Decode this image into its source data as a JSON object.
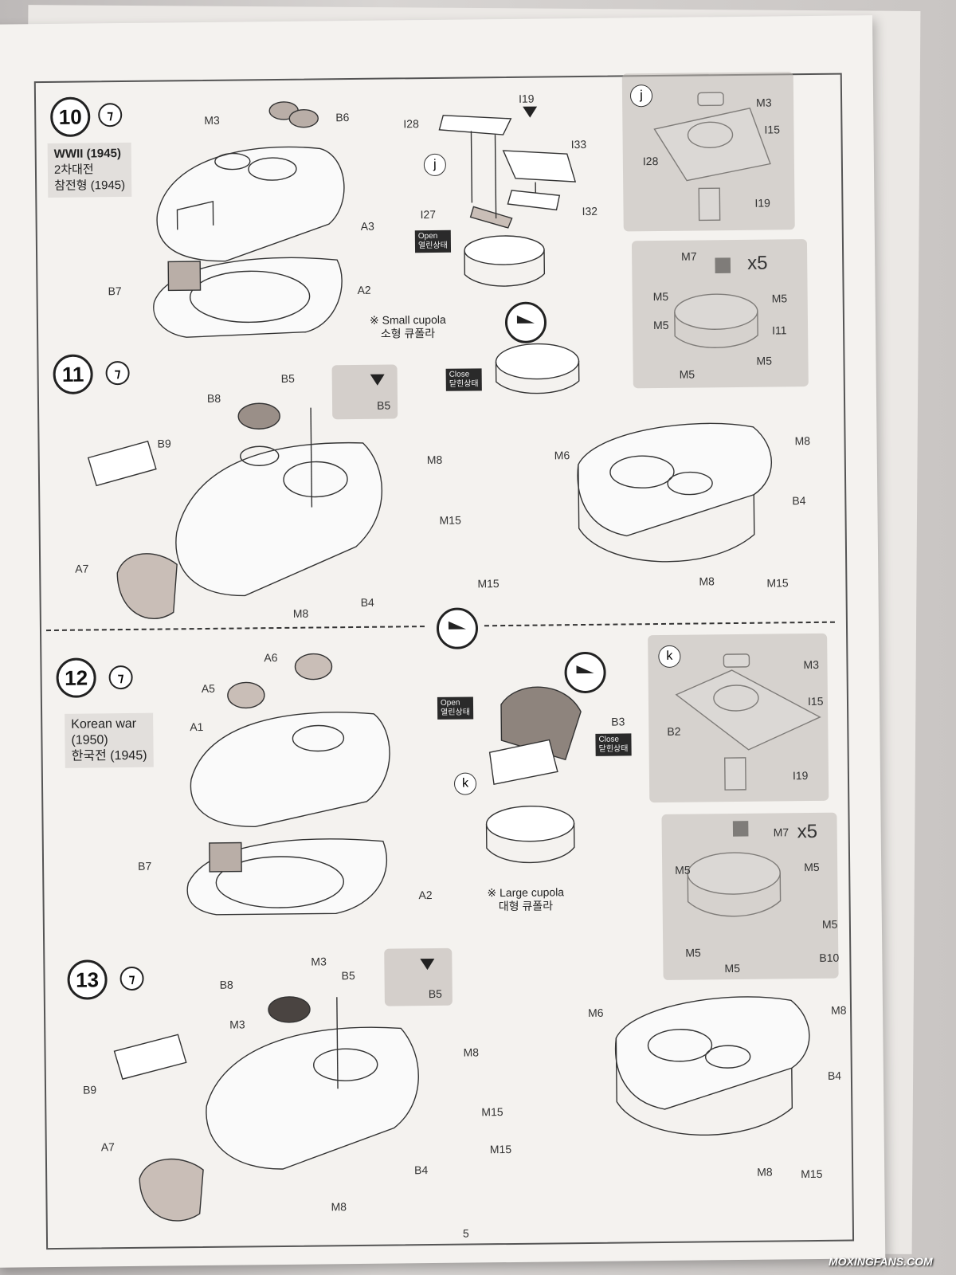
{
  "step10": {
    "number": "10",
    "variant": [
      "WWII (1945)",
      "2차대전",
      "참전형 (1945)"
    ],
    "parts": [
      "M3",
      "B6",
      "A3",
      "A2",
      "B7"
    ],
    "subassembly": "j",
    "cupola_parts": [
      "I19",
      "I28",
      "I33",
      "I27",
      "I32"
    ],
    "open_tag": [
      "Open",
      "열린상태"
    ],
    "close_tag": [
      "Close",
      "닫힌상태"
    ],
    "small_cupola": [
      "※ Small cupola",
      "소형 큐폴라"
    ],
    "detail_j_parts": [
      "M3",
      "I15",
      "I28",
      "I19"
    ],
    "detail_m_parts": [
      "M7",
      "x5",
      "M5",
      "M5",
      "M5",
      "I11",
      "M5",
      "M5"
    ]
  },
  "step11": {
    "number": "11",
    "parts_left": [
      "B5",
      "B8",
      "B9",
      "M8",
      "M15",
      "A7",
      "M8",
      "B4"
    ],
    "detail_b5": "B5",
    "parts_right": [
      "M6",
      "M8",
      "B4",
      "M15",
      "M8",
      "M15"
    ]
  },
  "step12": {
    "number": "12",
    "variant": [
      "Korean war",
      "(1950)",
      "한국전 (1945)"
    ],
    "parts": [
      "A6",
      "A5",
      "A1",
      "B7",
      "A2"
    ],
    "open_tag": [
      "Open",
      "열린상태"
    ],
    "close_tag": [
      "Close",
      "닫힌상태"
    ],
    "cupola_parts": [
      "B3",
      "k"
    ],
    "large_cupola": [
      "※ Large cupola",
      "대형 큐폴라"
    ],
    "detail_k_parts": [
      "M3",
      "I15",
      "B2",
      "I19"
    ],
    "detail_m_parts": [
      "M7",
      "x5",
      "M5",
      "M5",
      "M5",
      "M5",
      "M5",
      "B10"
    ]
  },
  "step13": {
    "number": "13",
    "parts_left": [
      "M3",
      "B5",
      "B8",
      "M3",
      "M8",
      "B9",
      "M15",
      "A7",
      "B4",
      "M8"
    ],
    "detail_b5": "B5",
    "parts_right": [
      "M6",
      "M8",
      "B4",
      "M15",
      "M15",
      "M8"
    ]
  },
  "page_number": "5",
  "watermark": "MOXINGFANS.COM"
}
